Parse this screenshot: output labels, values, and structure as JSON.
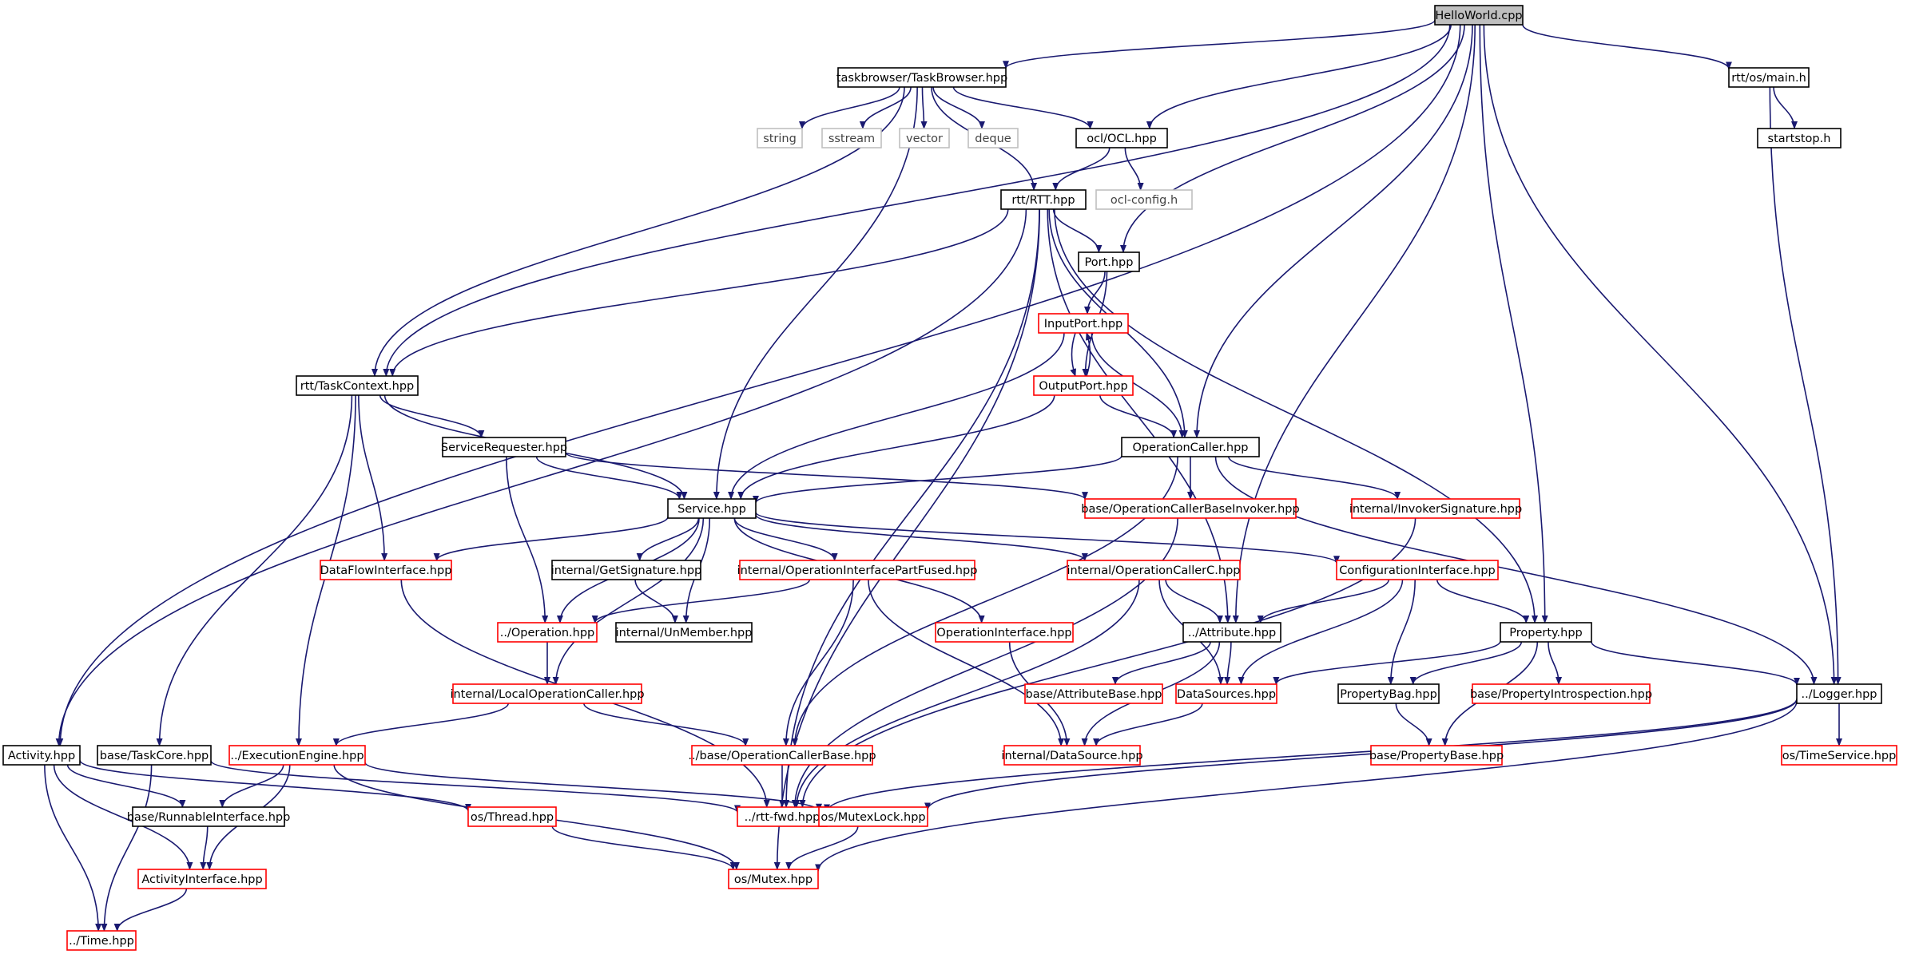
{
  "diagram": {
    "title": "",
    "colors": {
      "edge": "#191970",
      "root_fill": "#bfbfbf",
      "documented_border": "#000000",
      "undocumented_border": "#ff0000",
      "system_border": "#bfbfbf",
      "node_fill": "#ffffff"
    },
    "nodes": [
      {
        "id": "helloworld",
        "label": "HelloWorld.cpp",
        "kind": "root"
      },
      {
        "id": "taskbrowser",
        "label": "taskbrowser/TaskBrowser.hpp",
        "kind": "documented"
      },
      {
        "id": "main",
        "label": "rtt/os/main.h",
        "kind": "documented"
      },
      {
        "id": "string",
        "label": "string",
        "kind": "system"
      },
      {
        "id": "sstream",
        "label": "sstream",
        "kind": "system"
      },
      {
        "id": "vector",
        "label": "vector",
        "kind": "system"
      },
      {
        "id": "deque",
        "label": "deque",
        "kind": "system"
      },
      {
        "id": "ocl",
        "label": "ocl/OCL.hpp",
        "kind": "documented"
      },
      {
        "id": "startstop",
        "label": "startstop.h",
        "kind": "documented"
      },
      {
        "id": "rtt",
        "label": "rtt/RTT.hpp",
        "kind": "documented"
      },
      {
        "id": "oclconfig",
        "label": "ocl-config.h",
        "kind": "system"
      },
      {
        "id": "port",
        "label": "Port.hpp",
        "kind": "documented"
      },
      {
        "id": "inputport",
        "label": "InputPort.hpp",
        "kind": "undocumented"
      },
      {
        "id": "outputport",
        "label": "OutputPort.hpp",
        "kind": "undocumented"
      },
      {
        "id": "taskcontext",
        "label": "rtt/TaskContext.hpp",
        "kind": "documented"
      },
      {
        "id": "servicerequester",
        "label": "ServiceRequester.hpp",
        "kind": "documented"
      },
      {
        "id": "operationcaller",
        "label": "OperationCaller.hpp",
        "kind": "documented"
      },
      {
        "id": "service",
        "label": "Service.hpp",
        "kind": "documented"
      },
      {
        "id": "opcallerbaseinvoker",
        "label": "base/OperationCallerBaseInvoker.hpp",
        "kind": "undocumented"
      },
      {
        "id": "invokersignature",
        "label": "internal/InvokerSignature.hpp",
        "kind": "undocumented"
      },
      {
        "id": "dataflowinterface",
        "label": "DataFlowInterface.hpp",
        "kind": "undocumented"
      },
      {
        "id": "getsignature",
        "label": "internal/GetSignature.hpp",
        "kind": "documented"
      },
      {
        "id": "opinterfacepartfused",
        "label": "internal/OperationInterfacePartFused.hpp",
        "kind": "undocumented"
      },
      {
        "id": "operationcallerc",
        "label": "internal/OperationCallerC.hpp",
        "kind": "undocumented"
      },
      {
        "id": "configurationinterface",
        "label": "ConfigurationInterface.hpp",
        "kind": "undocumented"
      },
      {
        "id": "operation",
        "label": "../Operation.hpp",
        "kind": "undocumented"
      },
      {
        "id": "unmember",
        "label": "internal/UnMember.hpp",
        "kind": "documented"
      },
      {
        "id": "operationinterface",
        "label": "OperationInterface.hpp",
        "kind": "undocumented"
      },
      {
        "id": "attribute",
        "label": "../Attribute.hpp",
        "kind": "documented"
      },
      {
        "id": "property",
        "label": "Property.hpp",
        "kind": "documented"
      },
      {
        "id": "localoperationcaller",
        "label": "internal/LocalOperationCaller.hpp",
        "kind": "undocumented"
      },
      {
        "id": "attributebase",
        "label": "base/AttributeBase.hpp",
        "kind": "undocumented"
      },
      {
        "id": "datasources",
        "label": "DataSources.hpp",
        "kind": "undocumented"
      },
      {
        "id": "propertybag",
        "label": "PropertyBag.hpp",
        "kind": "documented"
      },
      {
        "id": "propertyintrospection",
        "label": "base/PropertyIntrospection.hpp",
        "kind": "undocumented"
      },
      {
        "id": "logger",
        "label": "../Logger.hpp",
        "kind": "documented"
      },
      {
        "id": "activity",
        "label": "Activity.hpp",
        "kind": "documented"
      },
      {
        "id": "taskcore",
        "label": "base/TaskCore.hpp",
        "kind": "documented"
      },
      {
        "id": "executionengine",
        "label": "../ExecutionEngine.hpp",
        "kind": "undocumented"
      },
      {
        "id": "opcallerbase",
        "label": "../base/OperationCallerBase.hpp",
        "kind": "undocumented"
      },
      {
        "id": "datasource",
        "label": "internal/DataSource.hpp",
        "kind": "undocumented"
      },
      {
        "id": "propertybase",
        "label": "base/PropertyBase.hpp",
        "kind": "undocumented"
      },
      {
        "id": "timeservice",
        "label": "os/TimeService.hpp",
        "kind": "undocumented"
      },
      {
        "id": "runnableinterface",
        "label": "base/RunnableInterface.hpp",
        "kind": "documented"
      },
      {
        "id": "thread",
        "label": "os/Thread.hpp",
        "kind": "undocumented"
      },
      {
        "id": "rttfwd",
        "label": "../rtt-fwd.hpp",
        "kind": "undocumented"
      },
      {
        "id": "mutexlock",
        "label": "os/MutexLock.hpp",
        "kind": "undocumented"
      },
      {
        "id": "activityinterface",
        "label": "ActivityInterface.hpp",
        "kind": "undocumented"
      },
      {
        "id": "mutex",
        "label": "os/Mutex.hpp",
        "kind": "undocumented"
      },
      {
        "id": "time",
        "label": "../Time.hpp",
        "kind": "undocumented"
      }
    ],
    "edges": [
      [
        "helloworld",
        "taskbrowser"
      ],
      [
        "helloworld",
        "main"
      ],
      [
        "helloworld",
        "ocl"
      ],
      [
        "helloworld",
        "port"
      ],
      [
        "helloworld",
        "taskcontext"
      ],
      [
        "helloworld",
        "activity"
      ],
      [
        "helloworld",
        "operationcaller"
      ],
      [
        "helloworld",
        "attribute"
      ],
      [
        "helloworld",
        "property"
      ],
      [
        "helloworld",
        "logger"
      ],
      [
        "taskbrowser",
        "string"
      ],
      [
        "taskbrowser",
        "sstream"
      ],
      [
        "taskbrowser",
        "vector"
      ],
      [
        "taskbrowser",
        "deque"
      ],
      [
        "taskbrowser",
        "ocl"
      ],
      [
        "taskbrowser",
        "rtt"
      ],
      [
        "taskbrowser",
        "taskcontext"
      ],
      [
        "taskbrowser",
        "service"
      ],
      [
        "main",
        "startstop"
      ],
      [
        "main",
        "logger"
      ],
      [
        "ocl",
        "rtt"
      ],
      [
        "ocl",
        "oclconfig"
      ],
      [
        "rtt",
        "port"
      ],
      [
        "rtt",
        "taskcontext"
      ],
      [
        "rtt",
        "activity"
      ],
      [
        "rtt",
        "operationcaller"
      ],
      [
        "rtt",
        "attribute"
      ],
      [
        "rtt",
        "property"
      ],
      [
        "rtt",
        "rttfwd"
      ],
      [
        "rtt",
        "mutex"
      ],
      [
        "port",
        "inputport"
      ],
      [
        "port",
        "outputport"
      ],
      [
        "inputport",
        "outputport"
      ],
      [
        "outputport",
        "inputport"
      ],
      [
        "inputport",
        "service"
      ],
      [
        "inputport",
        "operationcaller"
      ],
      [
        "outputport",
        "service"
      ],
      [
        "outputport",
        "operationcaller"
      ],
      [
        "taskcontext",
        "servicerequester"
      ],
      [
        "taskcontext",
        "service"
      ],
      [
        "taskcontext",
        "dataflowinterface"
      ],
      [
        "taskcontext",
        "taskcore"
      ],
      [
        "taskcontext",
        "executionengine"
      ],
      [
        "servicerequester",
        "service"
      ],
      [
        "servicerequester",
        "opcallerbaseinvoker"
      ],
      [
        "servicerequester",
        "operation"
      ],
      [
        "operationcaller",
        "service"
      ],
      [
        "operationcaller",
        "opcallerbaseinvoker"
      ],
      [
        "operationcaller",
        "invokersignature"
      ],
      [
        "operationcaller",
        "logger"
      ],
      [
        "operationcaller",
        "opcallerbase"
      ],
      [
        "service",
        "dataflowinterface"
      ],
      [
        "service",
        "getsignature"
      ],
      [
        "service",
        "opinterfacepartfused"
      ],
      [
        "service",
        "operationcallerc"
      ],
      [
        "service",
        "configurationinterface"
      ],
      [
        "service",
        "operation"
      ],
      [
        "service",
        "unmember"
      ],
      [
        "service",
        "operationinterface"
      ],
      [
        "service",
        "localoperationcaller"
      ],
      [
        "opcallerbaseinvoker",
        "rttfwd"
      ],
      [
        "invokersignature",
        "rttfwd"
      ],
      [
        "getsignature",
        "unmember"
      ],
      [
        "opinterfacepartfused",
        "operation"
      ],
      [
        "opinterfacepartfused",
        "opcallerbase"
      ],
      [
        "opinterfacepartfused",
        "datasource"
      ],
      [
        "operationcallerc",
        "attribute"
      ],
      [
        "operationcallerc",
        "datasources"
      ],
      [
        "operationcallerc",
        "rttfwd"
      ],
      [
        "configurationinterface",
        "attribute"
      ],
      [
        "configurationinterface",
        "property"
      ],
      [
        "configurationinterface",
        "datasources"
      ],
      [
        "configurationinterface",
        "propertybag"
      ],
      [
        "operation",
        "localoperationcaller"
      ],
      [
        "operationinterface",
        "datasource"
      ],
      [
        "attribute",
        "attributebase"
      ],
      [
        "attribute",
        "datasources"
      ],
      [
        "attribute",
        "datasource"
      ],
      [
        "property",
        "datasources"
      ],
      [
        "property",
        "propertybag"
      ],
      [
        "property",
        "propertyintrospection"
      ],
      [
        "property",
        "propertybase"
      ],
      [
        "property",
        "logger"
      ],
      [
        "dataflowinterface",
        "rttfwd"
      ],
      [
        "localoperationcaller",
        "executionengine"
      ],
      [
        "localoperationcaller",
        "opcallerbase"
      ],
      [
        "datasources",
        "datasource"
      ],
      [
        "propertybag",
        "propertybase"
      ],
      [
        "logger",
        "timeservice"
      ],
      [
        "logger",
        "mutexlock"
      ],
      [
        "logger",
        "mutex"
      ],
      [
        "logger",
        "rttfwd"
      ],
      [
        "activity",
        "runnableinterface"
      ],
      [
        "activity",
        "thread"
      ],
      [
        "activity",
        "activityinterface"
      ],
      [
        "activity",
        "time"
      ],
      [
        "taskcore",
        "rttfwd"
      ],
      [
        "taskcore",
        "time"
      ],
      [
        "executionengine",
        "runnableinterface"
      ],
      [
        "executionengine",
        "activityinterface"
      ],
      [
        "executionengine",
        "mutexlock"
      ],
      [
        "executionengine",
        "mutex"
      ],
      [
        "opcallerbase",
        "rttfwd"
      ],
      [
        "runnableinterface",
        "activityinterface"
      ],
      [
        "thread",
        "mutex"
      ],
      [
        "mutexlock",
        "mutex"
      ],
      [
        "activityinterface",
        "time"
      ]
    ]
  }
}
